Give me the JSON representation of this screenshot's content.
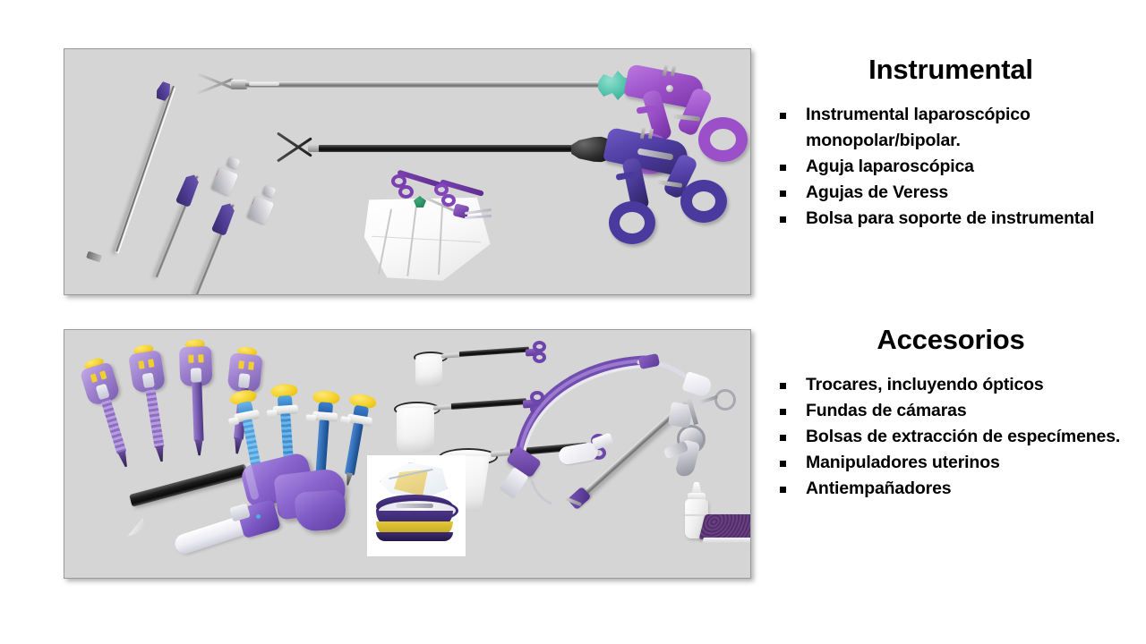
{
  "slide": {
    "background_color": "#ffffff",
    "panel_background_color": "#d5d5d5",
    "panel_border_color": "#9a9a9a",
    "text_color": "#000000",
    "bullet_color": "#000000",
    "accent_purple": "#9b4fc8",
    "accent_indigo": "#4b3a9e",
    "accent_teal": "#4dbfa8",
    "accent_yellow": "#f2cf24",
    "accent_blue": "#2f6fd0"
  },
  "sections": [
    {
      "id": "instrumental",
      "title": "Instrumental",
      "bullets": [
        "Instrumental laparoscópico monopolar/bipolar.",
        "Aguja laparoscópica",
        "Agujas de Veress",
        "Bolsa para soporte de instrumental"
      ],
      "image": {
        "name": "laparoscopic-instruments-photo",
        "items": [
          "aguja-laparoscopica",
          "aguja-de-veress",
          "aguja-de-veress",
          "pinza-laparoscopica-bipolar",
          "pinza-laparoscopica-monopolar",
          "bolsa-soporte-instrumental"
        ]
      }
    },
    {
      "id": "accesorios",
      "title": "Accesorios",
      "bullets": [
        "Trocares, incluyendo ópticos",
        "Fundas de cámaras",
        "Bolsas de extracción de especímenes.",
        "Manipuladores uterinos",
        "Antiempañadores"
      ],
      "image": {
        "name": "accessories-photo",
        "items": [
          "trocar-optico-morado",
          "trocar-azul",
          "trocar-pistola-morado",
          "bolsa-extraccion-especimenes",
          "funda-de-camara",
          "manipulador-uterino-morado",
          "manipulador-uterino-metalico",
          "antiempanador-frasco",
          "antiempanador-esponja"
        ]
      }
    }
  ]
}
